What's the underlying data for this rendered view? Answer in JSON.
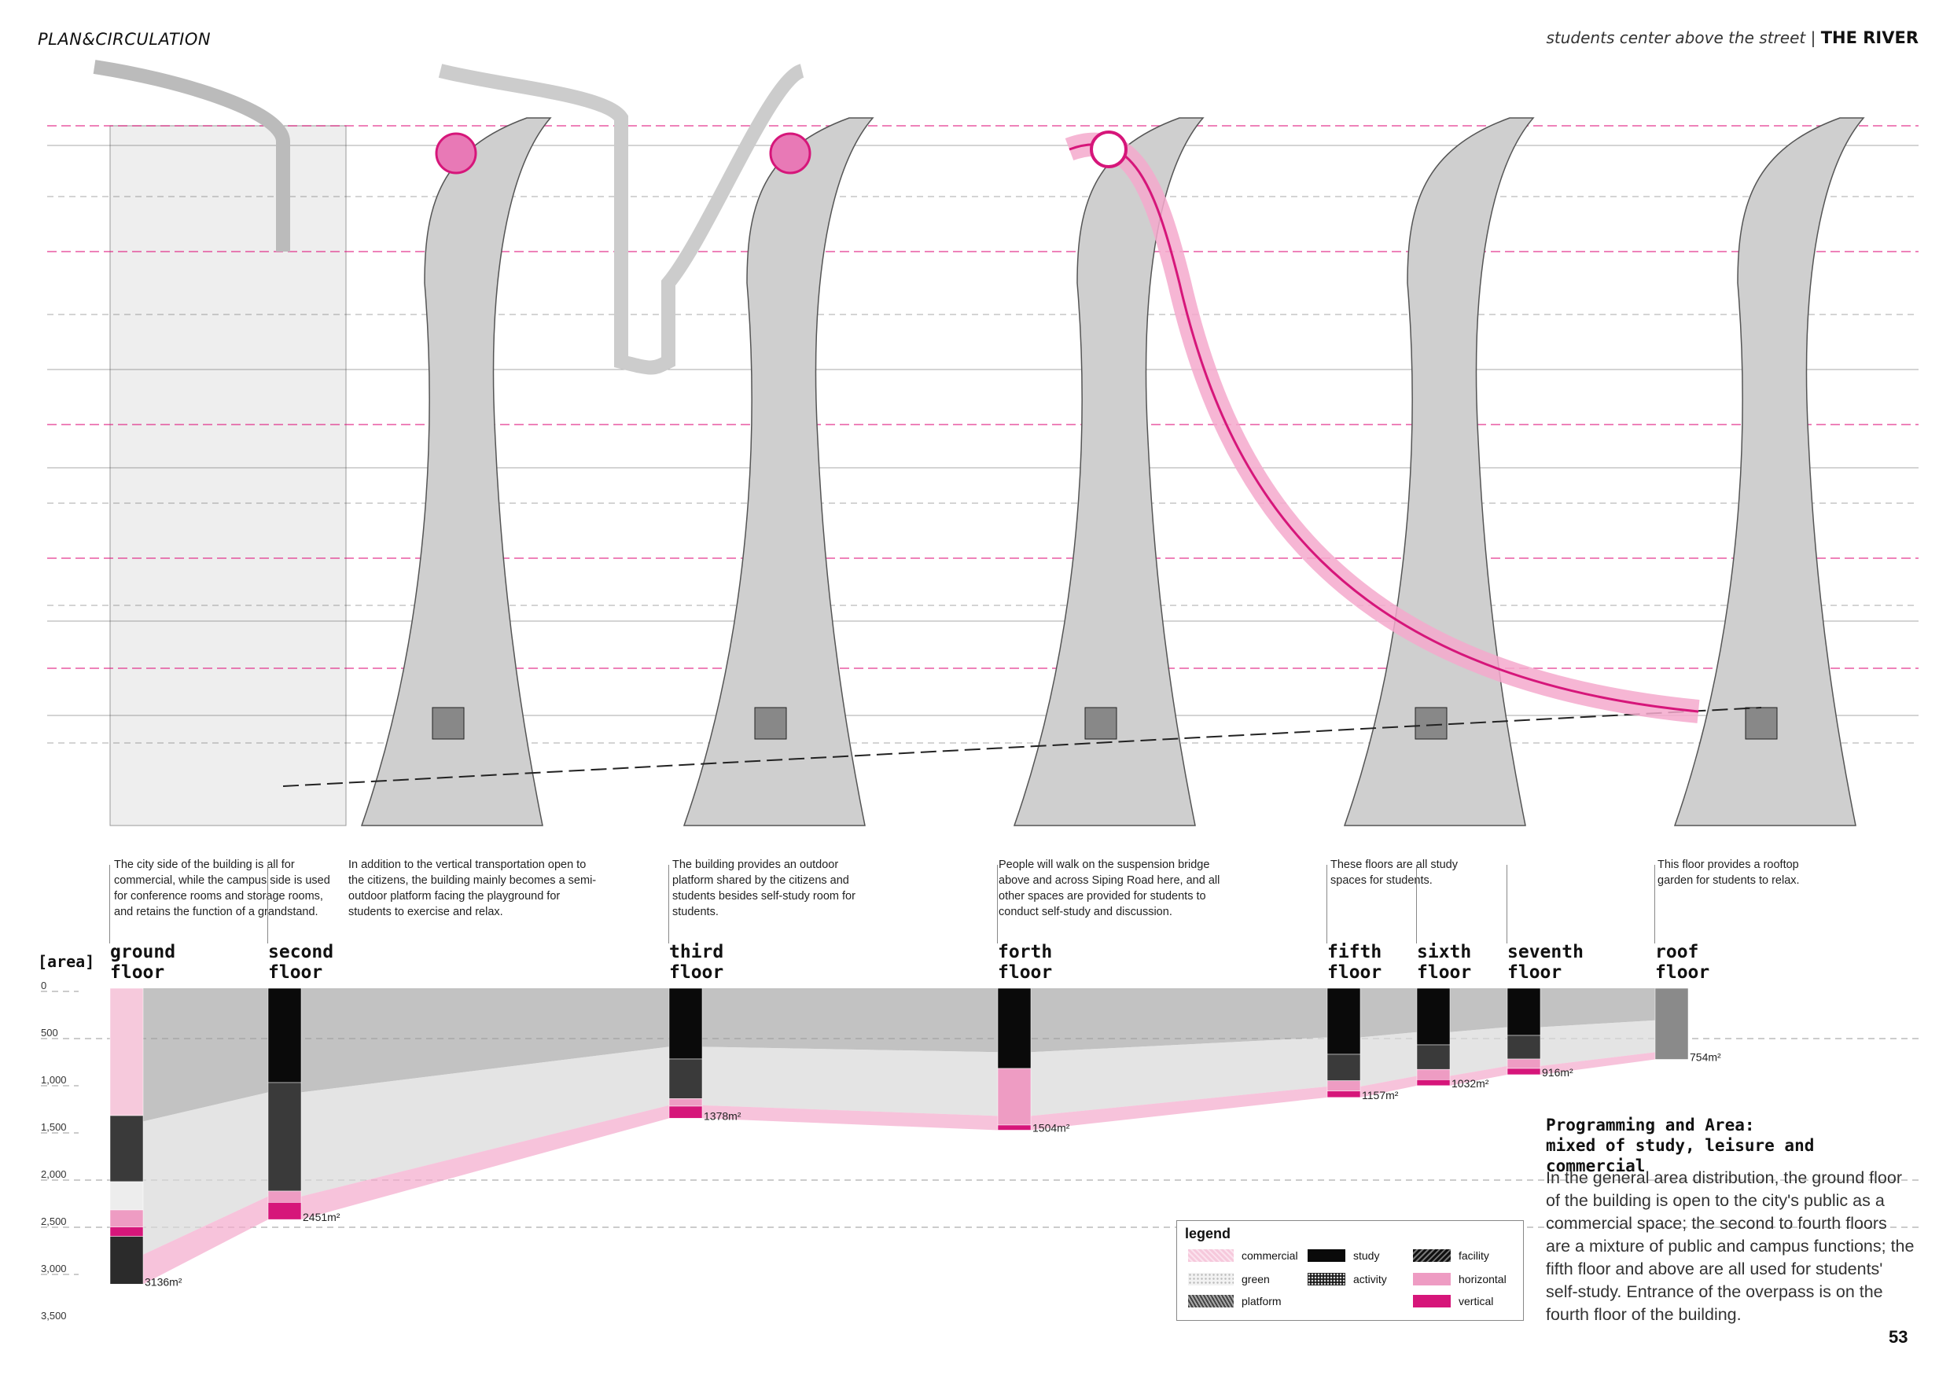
{
  "header": {
    "left": "PLAN&CIRCULATION",
    "right_italic": "students center above the street",
    "right_sep": " | ",
    "right_bold": "THE RIVER"
  },
  "descriptions": [
    "The city side of the building is all for commercial, while the campus side is used for conference rooms and storage rooms, and retains the function of a grandstand.",
    "In addition to the vertical transportation open to the citizens, the building mainly becomes a semi-outdoor platform facing the playground for students to exercise and relax.",
    "The building provides an outdoor platform shared by the citizens and students besides self-study room for students.",
    "People will walk on the suspension bridge above and across Siping Road here, and all other spaces are provided for students to conduct self-study and discussion.",
    "These floors are all study spaces for students.",
    "This floor provides a rooftop garden for students to relax."
  ],
  "chart": {
    "axis_title": "[area]",
    "ticks": [
      "0",
      "500",
      "1,000",
      "1,500",
      "2,000",
      "2,500",
      "3,000",
      "3,500"
    ],
    "floors": [
      {
        "line1": "ground",
        "line2": "floor",
        "area_label": "3136m²"
      },
      {
        "line1": "second",
        "line2": "floor",
        "area_label": "2451m²"
      },
      {
        "line1": "third",
        "line2": "floor",
        "area_label": "1378m²"
      },
      {
        "line1": "forth",
        "line2": "floor",
        "area_label": "1504m²"
      },
      {
        "line1": "fifth",
        "line2": "floor",
        "area_label": "1157m²"
      },
      {
        "line1": "sixth",
        "line2": "floor",
        "area_label": "1032m²"
      },
      {
        "line1": "seventh",
        "line2": "floor",
        "area_label": "916m²"
      },
      {
        "line1": "roof",
        "line2": "floor",
        "area_label": "754m²"
      }
    ]
  },
  "chart_data": {
    "type": "bar",
    "title": "",
    "ylabel": "[area]",
    "ylim": [
      0,
      3500
    ],
    "categories": [
      "ground floor",
      "second floor",
      "third floor",
      "forth floor",
      "fifth floor",
      "sixth floor",
      "seventh floor",
      "roof floor"
    ],
    "totals": [
      3136,
      2451,
      1378,
      1504,
      1157,
      1032,
      916,
      754
    ],
    "series": [
      {
        "name": "commercial",
        "values": [
          1350,
          0,
          0,
          0,
          0,
          0,
          0,
          0
        ]
      },
      {
        "name": "platform",
        "values": [
          0,
          0,
          0,
          0,
          0,
          0,
          0,
          754
        ]
      },
      {
        "name": "study",
        "values": [
          0,
          1000,
          750,
          850,
          700,
          600,
          500,
          0
        ]
      },
      {
        "name": "activity",
        "values": [
          700,
          1150,
          420,
          0,
          280,
          260,
          250,
          0
        ]
      },
      {
        "name": "green",
        "values": [
          300,
          0,
          0,
          0,
          0,
          0,
          0,
          0
        ]
      },
      {
        "name": "horizontal",
        "values": [
          180,
          120,
          80,
          600,
          110,
          110,
          100,
          0
        ]
      },
      {
        "name": "vertical",
        "values": [
          100,
          181,
          128,
          54,
          67,
          62,
          66,
          0
        ]
      },
      {
        "name": "facility",
        "values": [
          506,
          0,
          0,
          0,
          0,
          0,
          0,
          0
        ]
      }
    ]
  },
  "programming": {
    "title1": "Programming and Area:",
    "title2": "mixed of study,  leisure and commercial",
    "body": "In the general area distribution, the ground floor of the building is open to the city's public as a commercial space; the second to fourth floors are a mixture of public and campus functions; the fifth floor and above are all used for students' self-study. Entrance of the overpass is on the fourth floor of the building."
  },
  "legend": {
    "title": "legend",
    "items": [
      {
        "label": "commercial",
        "color": "#f6c9dc"
      },
      {
        "label": "study",
        "color": "#0a0a0a"
      },
      {
        "label": "facility",
        "color": "#2b2b2b"
      },
      {
        "label": "green",
        "color": "#ededed"
      },
      {
        "label": "activity",
        "color": "#3a3a3a"
      },
      {
        "label": "horizontal",
        "color": "#ee9cc3"
      },
      {
        "label": "platform",
        "color": "#8a8a8a"
      },
      {
        "label": "vertical",
        "color": "#d6167a"
      }
    ]
  },
  "page_number": "53",
  "colors": {
    "accent": "#e0147c",
    "accent_light": "#f4a9cc",
    "grey": "#9a9a9a"
  }
}
